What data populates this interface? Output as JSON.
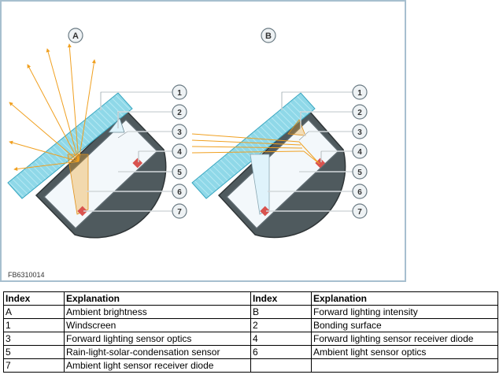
{
  "figure": {
    "code": "FB6310014",
    "panels": [
      {
        "label": "A"
      },
      {
        "label": "B"
      }
    ],
    "callouts_a": [
      "1",
      "2",
      "3",
      "4",
      "5",
      "6",
      "7"
    ],
    "callouts_b": [
      "1",
      "2",
      "3",
      "4",
      "5",
      "6",
      "7"
    ],
    "colors": {
      "frame": "#a7bfcf",
      "windscreen": "#8fd8e8",
      "housing_dark": "#4f5a5e",
      "housing_light": "#f3f8fb",
      "optics": "#dff3fb",
      "diode": "#d9534f",
      "light_rays": "#f0a020"
    }
  },
  "legend": {
    "headers": [
      "Index",
      "Explanation",
      "Index",
      "Explanation"
    ],
    "rows": [
      [
        "A",
        "Ambient brightness",
        "B",
        "Forward lighting intensity"
      ],
      [
        "1",
        "Windscreen",
        "2",
        "Bonding surface"
      ],
      [
        "3",
        "Forward lighting sensor optics",
        "4",
        "Forward lighting sensor receiver diode"
      ],
      [
        "5",
        "Rain-light-solar-condensation sensor",
        "6",
        "Ambient light sensor optics"
      ],
      [
        "7",
        "Ambient light sensor receiver diode",
        "",
        ""
      ]
    ]
  }
}
